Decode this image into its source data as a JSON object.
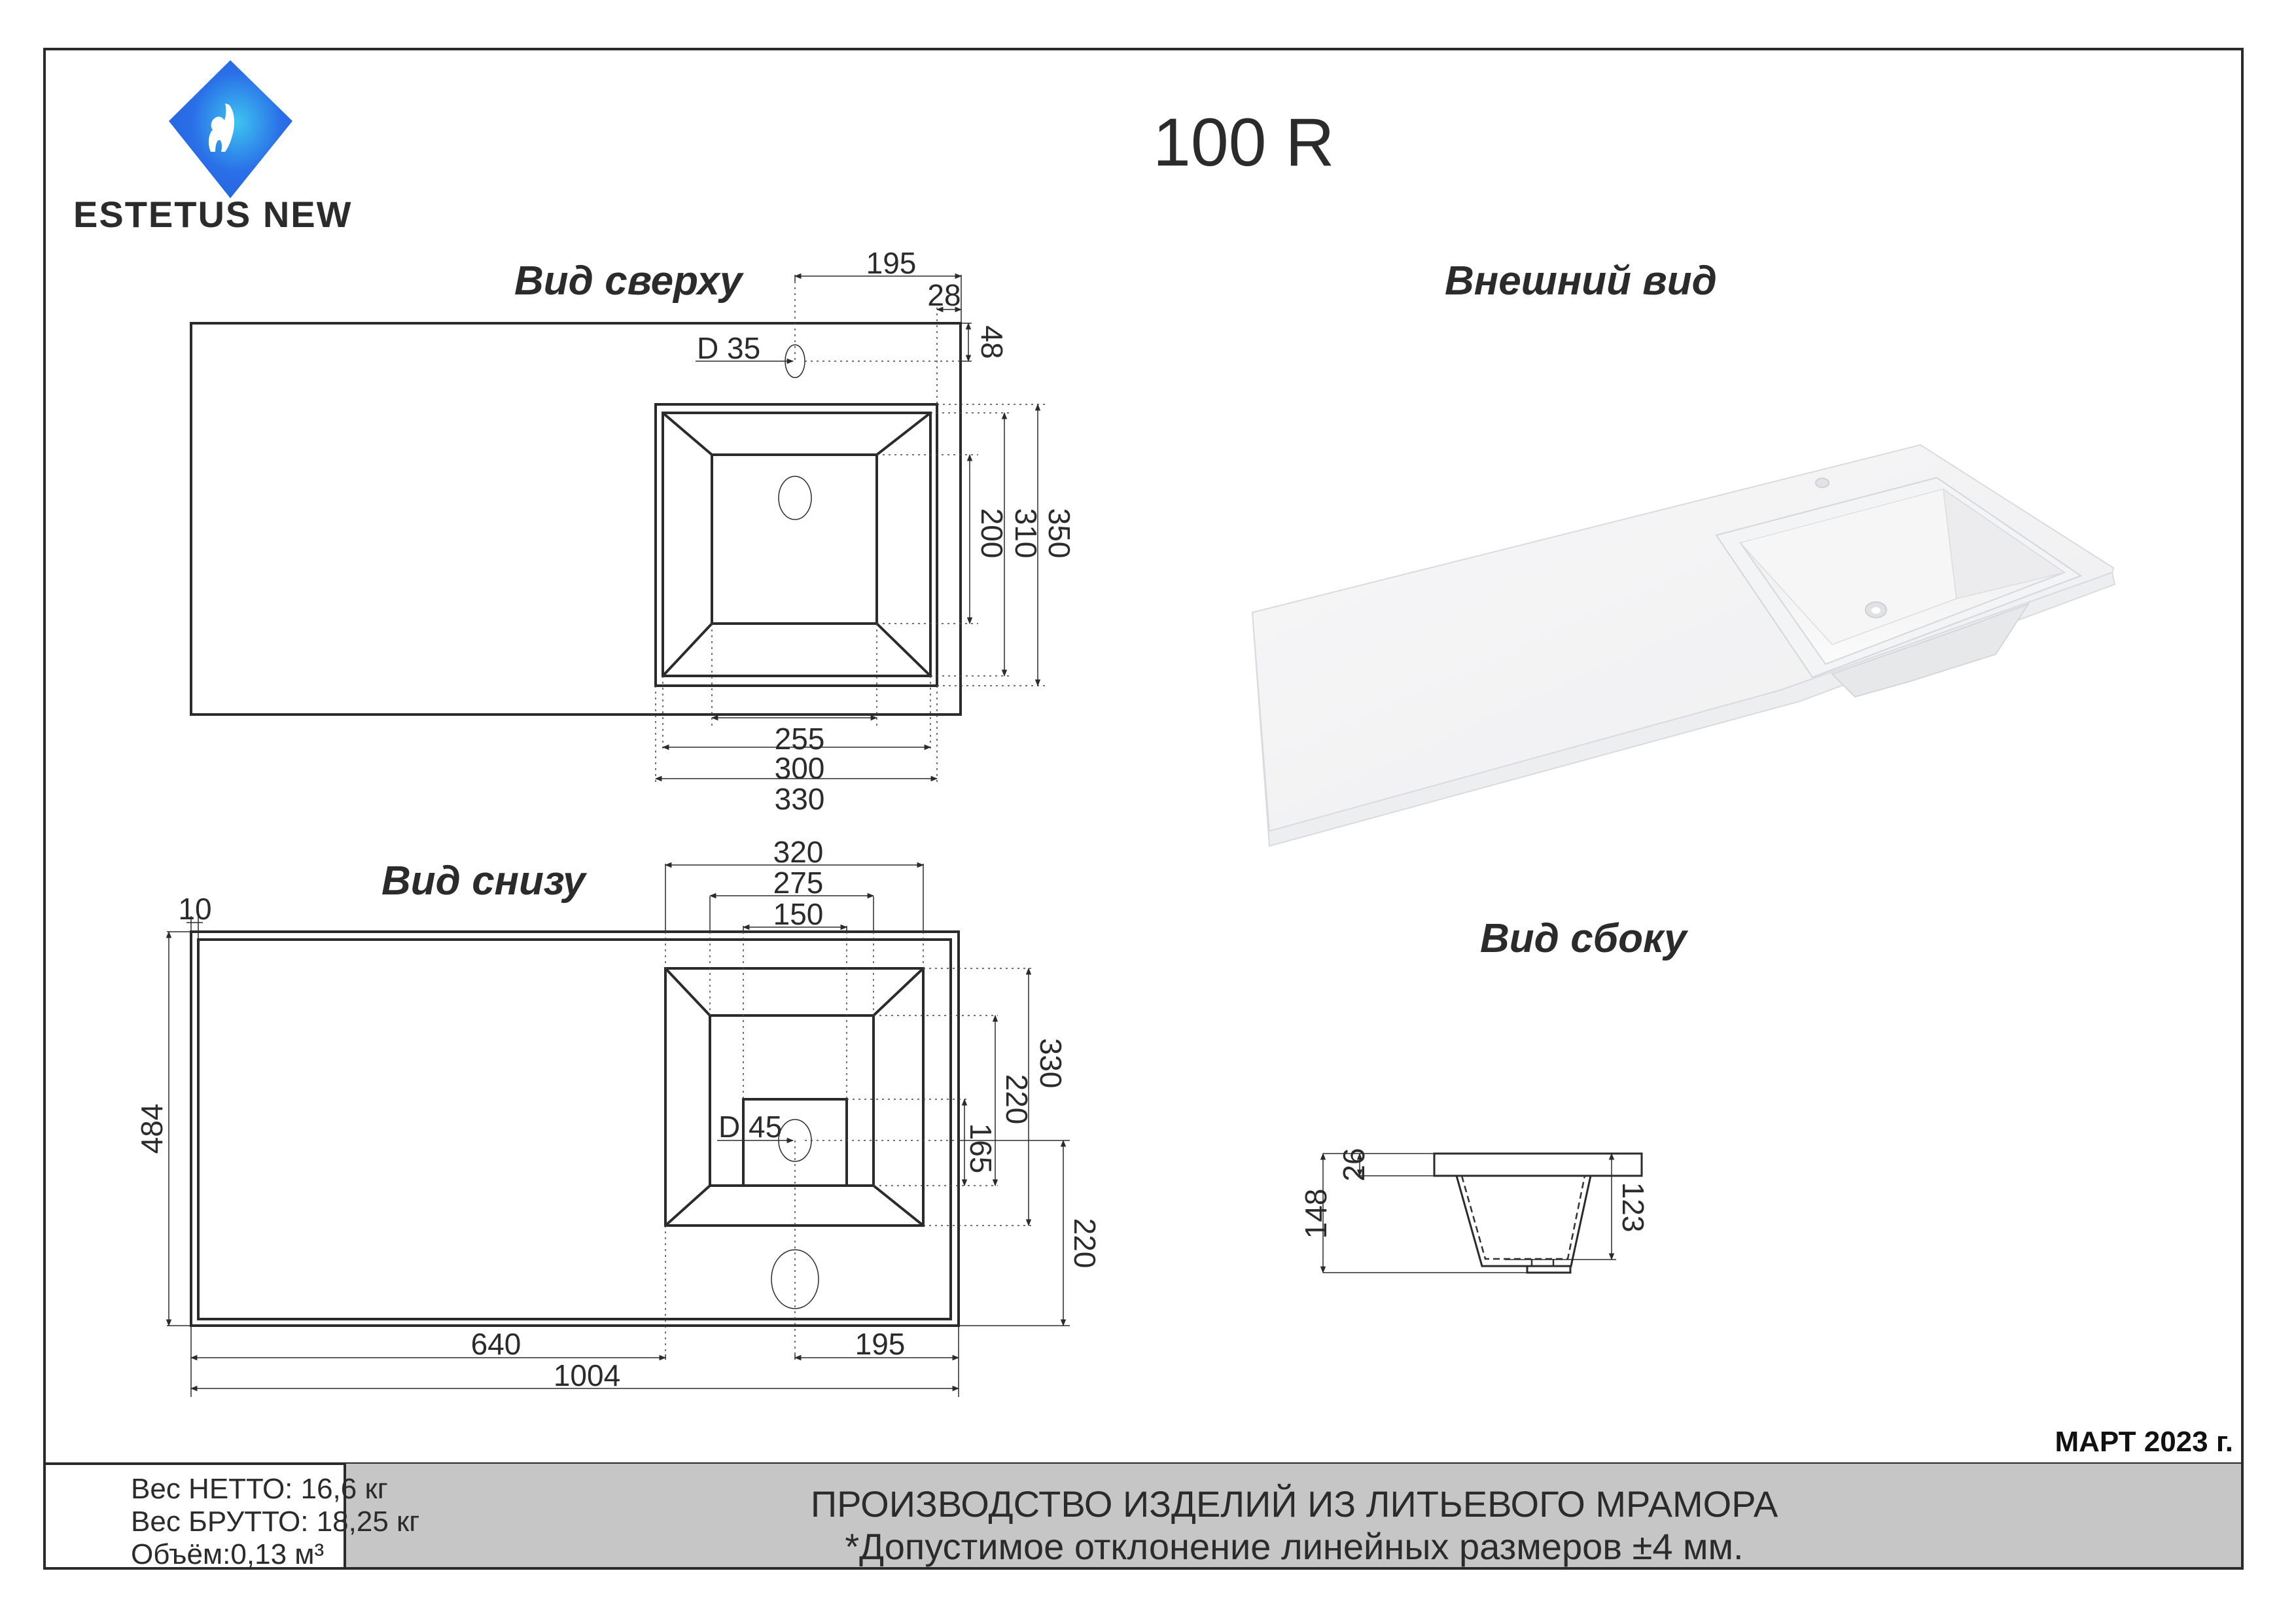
{
  "header": {
    "brand_name": "ESTETUS NEW",
    "logo_icon": "elephant-diamond-logo",
    "model_title": "100 R",
    "brand_color": "#2a6fe8",
    "brand_color_light": "#3ec4f0"
  },
  "views": {
    "top": {
      "heading": "Вид сверху",
      "tap_hole_label": "D 35",
      "dims": {
        "tap_offset_x": "195",
        "bowl_edge_offset": "28",
        "tap_offset_y": "48",
        "bowl_outer_depth": "350",
        "bowl_mid_depth": "310",
        "bowl_inner_depth": "200",
        "bowl_inner_width": "255",
        "bowl_mid_width": "300",
        "bowl_outer_width": "330"
      }
    },
    "bottom": {
      "heading": "Вид снизу",
      "drain_label": "D 45",
      "dims": {
        "rim": "10",
        "bowl_outer_width": "320",
        "bowl_inner_width": "275",
        "drain_box_width": "150",
        "total_depth": "484",
        "bowl_outer_depth": "330",
        "bowl_inner_depth": "220",
        "drain_box_depth": "165",
        "drain_to_edge": "220",
        "left_offset": "640",
        "right_offset": "195",
        "total_width": "1004"
      }
    },
    "exterior": {
      "heading": "Внешний вид"
    },
    "side": {
      "heading": "Вид сбоку",
      "dims": {
        "top_thickness": "26",
        "total_height": "148",
        "bowl_height": "123"
      }
    }
  },
  "footer": {
    "date": "МАРТ 2023 г.",
    "specs": [
      "Вес НЕТТО: 16,6 кг",
      "Вес БРУТТО: 18,25 кг",
      "Объём:0,13 м³"
    ],
    "band_title": "ПРОИЗВОДСТВО ИЗДЕЛИЙ ИЗ ЛИТЬЕВОГО МРАМОРА",
    "band_note": "*Допустимое отклонение линейных размеров ±4 мм.",
    "band_color": "#c6c6c6"
  }
}
